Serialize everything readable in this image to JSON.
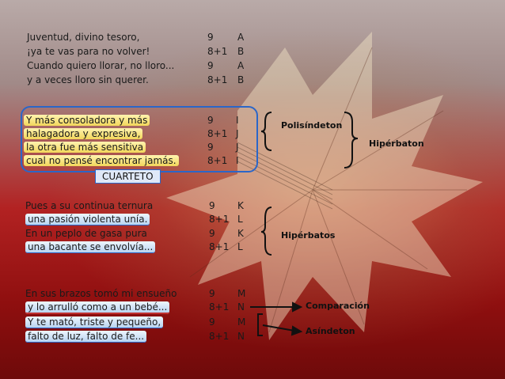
{
  "stanzas": [
    {
      "lines": [
        {
          "text": "Juventud, divino tesoro,",
          "meter": "9",
          "rhyme": "A"
        },
        {
          "text": "¡ya te vas para no volver!",
          "meter": "8+1",
          "rhyme": "B"
        },
        {
          "text": "Cuando quiero llorar, no lloro...",
          "meter": "9",
          "rhyme": "A"
        },
        {
          "text": "y a veces lloro sin querer.",
          "meter": "8+1",
          "rhyme": "B"
        }
      ]
    },
    {
      "lines": [
        {
          "text": "Y más consoladora y más",
          "meter": "9",
          "rhyme": "I"
        },
        {
          "text": "halagadora y expresiva,",
          "meter": "8+1",
          "rhyme": "J"
        },
        {
          "text": "la otra fue más sensitiva",
          "meter": "9",
          "rhyme": "J"
        },
        {
          "text": "cual no pensé encontrar jamás.",
          "meter": "8+1",
          "rhyme": "I"
        }
      ],
      "label": "CUARTETO"
    },
    {
      "lines": [
        {
          "text": "Pues a su continua ternura",
          "meter": "9",
          "rhyme": "K"
        },
        {
          "text": "una pasión violenta unía.",
          "meter": "8+1",
          "rhyme": "L"
        },
        {
          "text": "En un peplo de gasa pura",
          "meter": "9",
          "rhyme": "K"
        },
        {
          "text": "una bacante se envolvía...",
          "meter": "8+1",
          "rhyme": "L"
        }
      ]
    },
    {
      "lines": [
        {
          "text": "En sus brazos tomó mi ensueño",
          "meter": "9",
          "rhyme": "M"
        },
        {
          "text": "y lo arrulló como a un bebé...",
          "meter": "8+1",
          "rhyme": "N"
        },
        {
          "text": "Y te mató, triste y pequeño,",
          "meter": "9",
          "rhyme": "M"
        },
        {
          "text": "falto de luz, falto de fe...",
          "meter": "8+1",
          "rhyme": "N"
        }
      ]
    }
  ],
  "notes": {
    "polisindeton": "Polisíndeton",
    "hiperbaton": "Hipérbaton",
    "hiperbatos": "Hipérbatos",
    "comparacion": "Comparación",
    "asindeton": "Asíndeton"
  },
  "colors": {
    "highlight_yellow": "#f2d65a",
    "highlight_blue": "#b9d4f0",
    "frame_blue": "#2b66c8",
    "underline_red": "#c03030"
  }
}
